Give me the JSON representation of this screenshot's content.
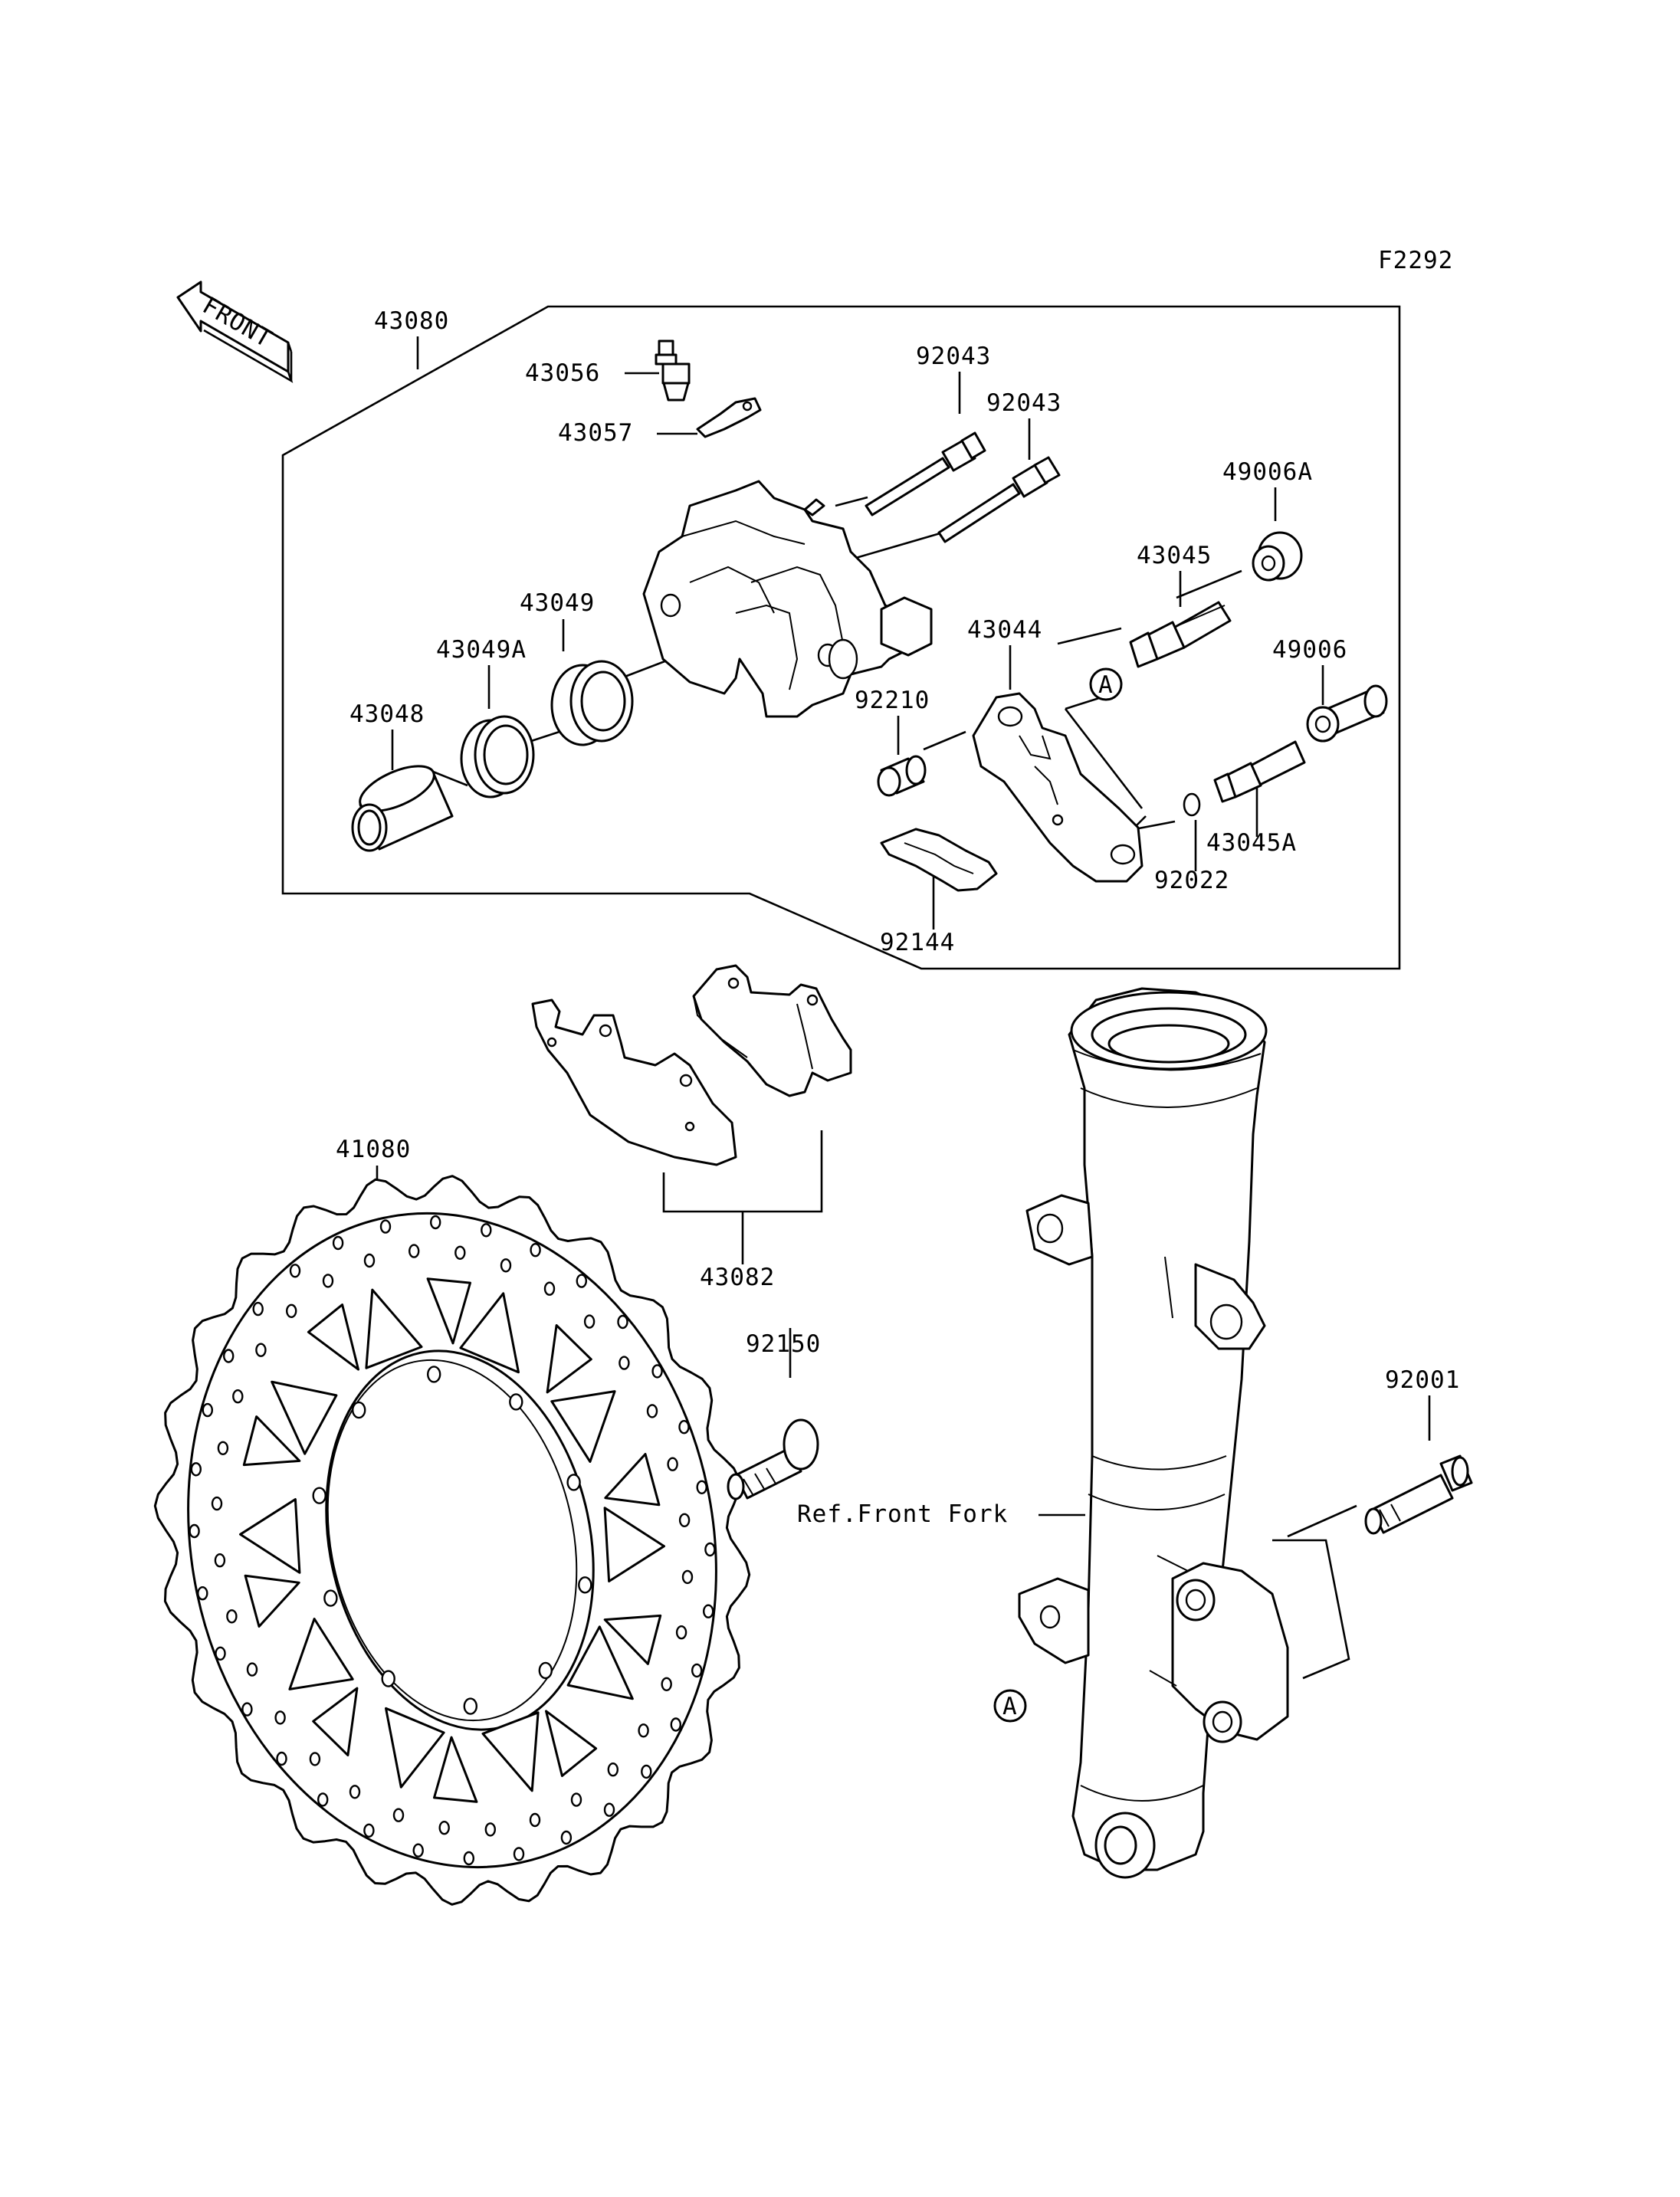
{
  "diagram_code": "F2292",
  "front_arrow_label": "FRONT",
  "parts": {
    "p43080": "43080",
    "p43056": "43056",
    "p43057": "43057",
    "p92043a": "92043",
    "p92043b": "92043",
    "p49006A": "49006A",
    "p43045": "43045",
    "p43049": "43049",
    "p43049A": "43049A",
    "p43044": "43044",
    "p49006": "49006",
    "p43048": "43048",
    "p92210": "92210",
    "p43045A": "43045A",
    "p92022": "92022",
    "p92144": "92144",
    "p43082": "43082",
    "p41080": "41080",
    "p92150": "92150",
    "p92001": "92001"
  },
  "reference_label": "Ref.Front Fork",
  "callout_a_top": "A",
  "callout_a_bottom": "A"
}
